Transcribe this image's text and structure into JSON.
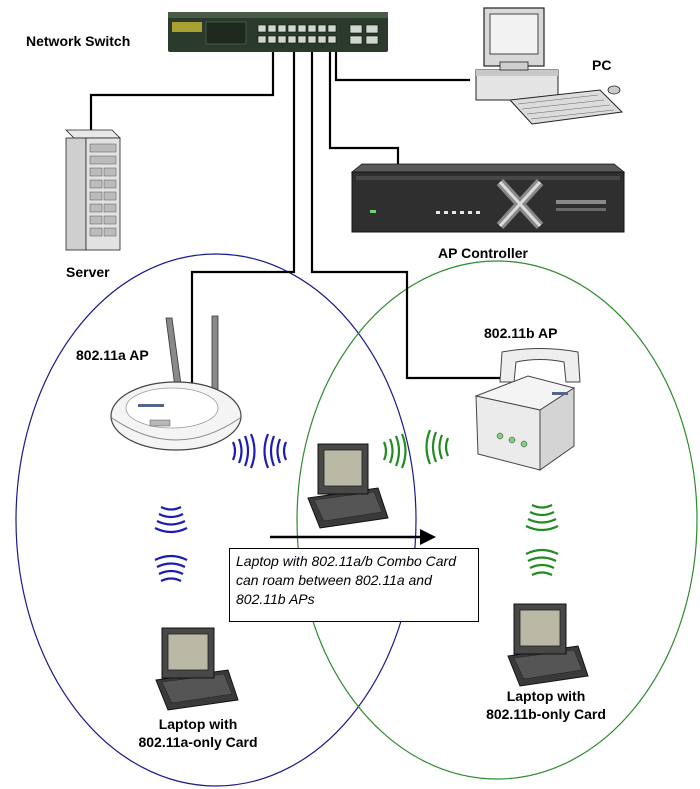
{
  "labels": {
    "network_switch": "Network Switch",
    "pc": "PC",
    "server": "Server",
    "ap_controller": "AP Controller",
    "ap_a": "802.11a AP",
    "ap_b": "802.11b AP",
    "laptop_a_line1": "Laptop with",
    "laptop_a_line2": "802.11a-only Card",
    "laptop_b_line1": "Laptop with",
    "laptop_b_line2": "802.11b-only Card"
  },
  "callout": {
    "text": "Laptop with 802.11a/b Combo Card can roam between 802.11a and 802.11b APs"
  },
  "colors": {
    "cell_a": "#1a1a8c",
    "cell_b": "#2e8b2e",
    "wave_a": "#1c1cb4",
    "wave_b": "#228b22",
    "cable": "#000000"
  }
}
